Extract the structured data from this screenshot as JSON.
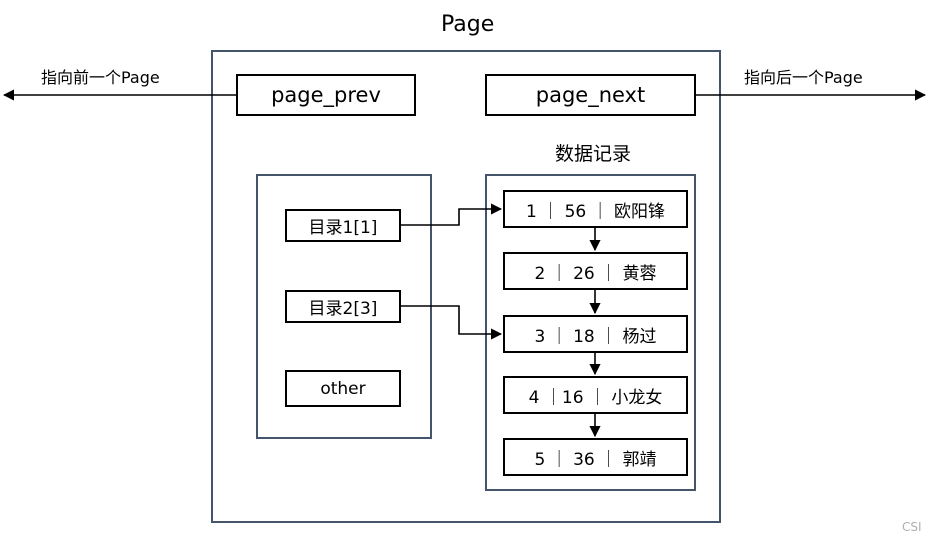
{
  "page_title": "Page",
  "left_arrow_label": "指向前一个Page",
  "right_arrow_label": "指向后一个Page",
  "page_prev": "page_prev",
  "page_next": "page_next",
  "records_title": "数据记录",
  "directory": [
    {
      "label": "目录1[1]",
      "points_to_record": 1
    },
    {
      "label": "目录2[3]",
      "points_to_record": 3
    },
    {
      "label": "other"
    }
  ],
  "records": [
    {
      "label": "1 ｜ 56 ｜ 欧阳锋"
    },
    {
      "label": "2 ｜ 26 ｜ 黄蓉"
    },
    {
      "label": "3 ｜ 18 ｜ 杨过"
    },
    {
      "label": "4 ｜16 ｜ 小龙女"
    },
    {
      "label": "5 ｜ 36 ｜ 郭靖"
    }
  ],
  "watermark": "CSI",
  "colors": {
    "frame_border": "#44546a",
    "box_border": "#000000",
    "text": "#000000"
  }
}
